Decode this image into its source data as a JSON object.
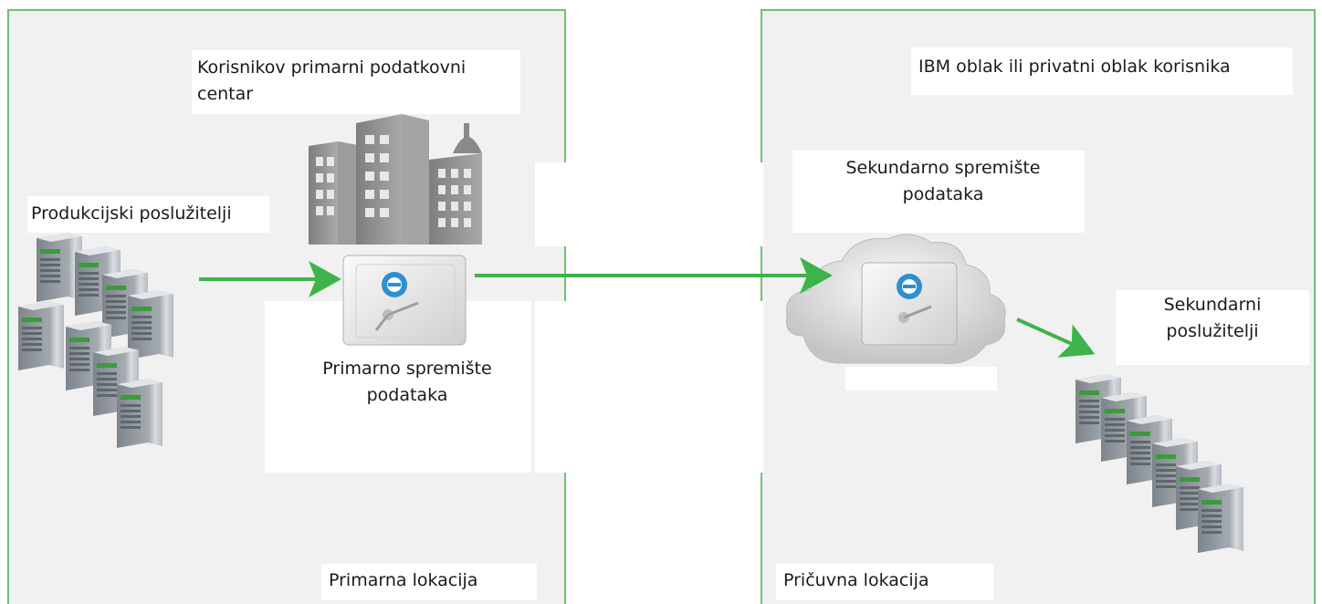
{
  "labels": {
    "primary_datacenter": "Korisnikov primarni podatkovni centar",
    "production_servers": "Produkcijski poslužitelji",
    "primary_storage": "Primarno spremište podataka",
    "primary_location": "Primarna lokacija",
    "cloud": "IBM oblak ili privatni oblak korisnika",
    "secondary_storage": "Sekundarno spremište podataka",
    "secondary_servers": "Sekundarni poslužitelji",
    "backup_location": "Pričuvna lokacija"
  },
  "colors": {
    "panel_border": "#6fbf73",
    "arrow": "#3cb44b",
    "panel_bg": "#f1f1f1",
    "building": "#8f8f8f"
  }
}
